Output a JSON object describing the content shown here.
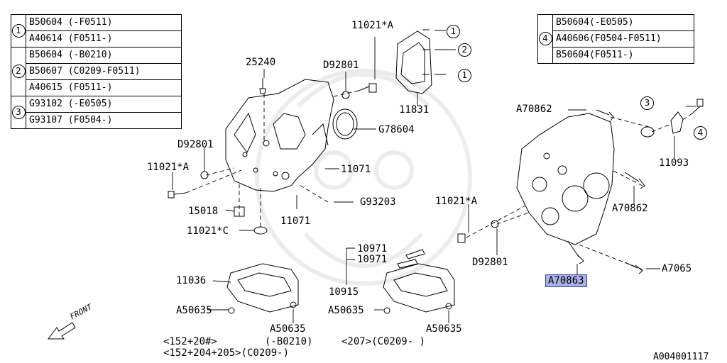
{
  "legend_left": {
    "groups": [
      {
        "marker": "1",
        "rows": [
          "B50604 (-F0511)",
          "A40614 (F0511-)"
        ]
      },
      {
        "marker": "2",
        "rows": [
          "B50604 (-B0210)",
          "B50607 (C0209-F0511)",
          "A40615 (F0511-)"
        ]
      },
      {
        "marker": "3",
        "rows": [
          "G93102 (-E0505)",
          "G93107 (F0504-)"
        ]
      }
    ]
  },
  "legend_right": {
    "groups": [
      {
        "marker": "4",
        "rows": [
          "B50604(-E0505)",
          "A40606(F0504-F0511)",
          "B50604(F0511-)"
        ]
      }
    ]
  },
  "labels": {
    "p25240": "25240",
    "d92801_top": "D92801",
    "p11021a_top": "11021*A",
    "p11831": "11831",
    "g78604": "G78604",
    "d92801_left": "D92801",
    "p11021a_left": "11021*A",
    "p11071_a": "11071",
    "p15018": "15018",
    "g93203": "G93203",
    "p11071_b": "11071",
    "p11021c": "11021*C",
    "a70862_top": "A70862",
    "p11093": "11093",
    "a70862_right": "A70862",
    "p11021a_right": "11021*A",
    "d92801_right": "D92801",
    "a70863": "A70863",
    "a7065": "A7065",
    "p10971_a": "10971",
    "p10971_b": "10971",
    "p10915": "10915",
    "p11036": "11036",
    "a50635_1": "A50635",
    "a50635_2": "A50635",
    "a50635_3": "A50635",
    "a50635_4": "A50635",
    "front": "FRONT",
    "callout_1a": "1",
    "callout_2": "2",
    "callout_1b": "1",
    "callout_3": "3",
    "callout_4": "4"
  },
  "footnotes": {
    "line1_left": "<152+20#>",
    "line1_mid": "(-B0210)",
    "line1_right": "<207>(C0209-    )",
    "line2": "<152+204+205>(C0209-)"
  },
  "diagram_id": "A004001117"
}
